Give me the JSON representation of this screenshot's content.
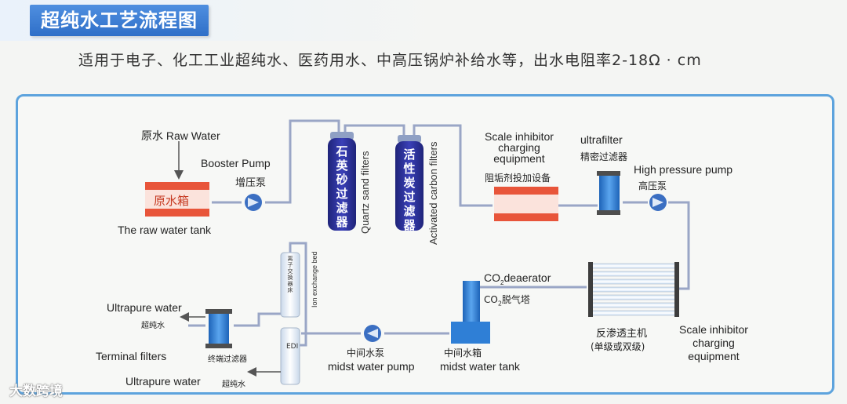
{
  "title": "超纯水工艺流程图",
  "subtitle": "适用于电子、化工工业超纯水、医药用水、中高压锅炉补给水等，出水电阻率2-18Ω · cm",
  "labels": {
    "raw_water": "原水 Raw Water",
    "booster_pump_en": "Booster Pump",
    "booster_pump_cn": "增压泵",
    "raw_tank_cn": "原水箱",
    "raw_tank_en": "The raw water tank",
    "quartz_cn": "石英砂过滤器",
    "quartz_en": "Quartz sand filters",
    "carbon_cn": "活性炭过滤器",
    "carbon_en": "Activated carbon filters",
    "scale_top_en": "Scale inhibitor\ncharging\nequipment",
    "scale_top_cn": "阻垢剂投加设备",
    "ultrafilter_en": "ultrafilter",
    "ultrafilter_cn": "精密过滤器",
    "hp_pump_en": "High pressure pump",
    "hp_pump_cn": "高压泵",
    "ion_cn": "离子交换器床",
    "ion_en": "Ion exchange bed",
    "edi": "EDI",
    "co2_en_a": "CO",
    "co2_en_b": "deaerator",
    "co2_cn_a": "CO",
    "co2_cn_b": "脱气塔",
    "sub2": "2",
    "ro_cn_1": "反渗透主机",
    "ro_cn_2": "(单级或双级)",
    "scale_bottom_en": "Scale inhibitor\ncharging\nequipment",
    "ultrapure_top_en": "Ultrapure water",
    "ultrapure_top_cn": "超纯水",
    "terminal_en": "Terminal filters",
    "terminal_cn": "终端过滤器",
    "ultrapure_bottom_en": "Ultrapure water",
    "ultrapure_bottom_cn": "超纯水",
    "mid_pump_cn": "中间水泵",
    "mid_pump_en": "midst water pump",
    "mid_tank_cn": "中间水箱",
    "mid_tank_en": "midst water tank"
  },
  "watermark": "大数跨境",
  "colors": {
    "title_bg": "#2f6fc8",
    "frame": "#5da3dd",
    "pipe": "#9aa6c6",
    "filter_vessel": "#2a2f9a",
    "tank_band": "#e8553a",
    "equipment_blue": "#2f7fd6",
    "pump": "#3b6fc2"
  },
  "icons": [
    "pump-icon",
    "arrow-down-icon",
    "arrow-left-icon"
  ]
}
